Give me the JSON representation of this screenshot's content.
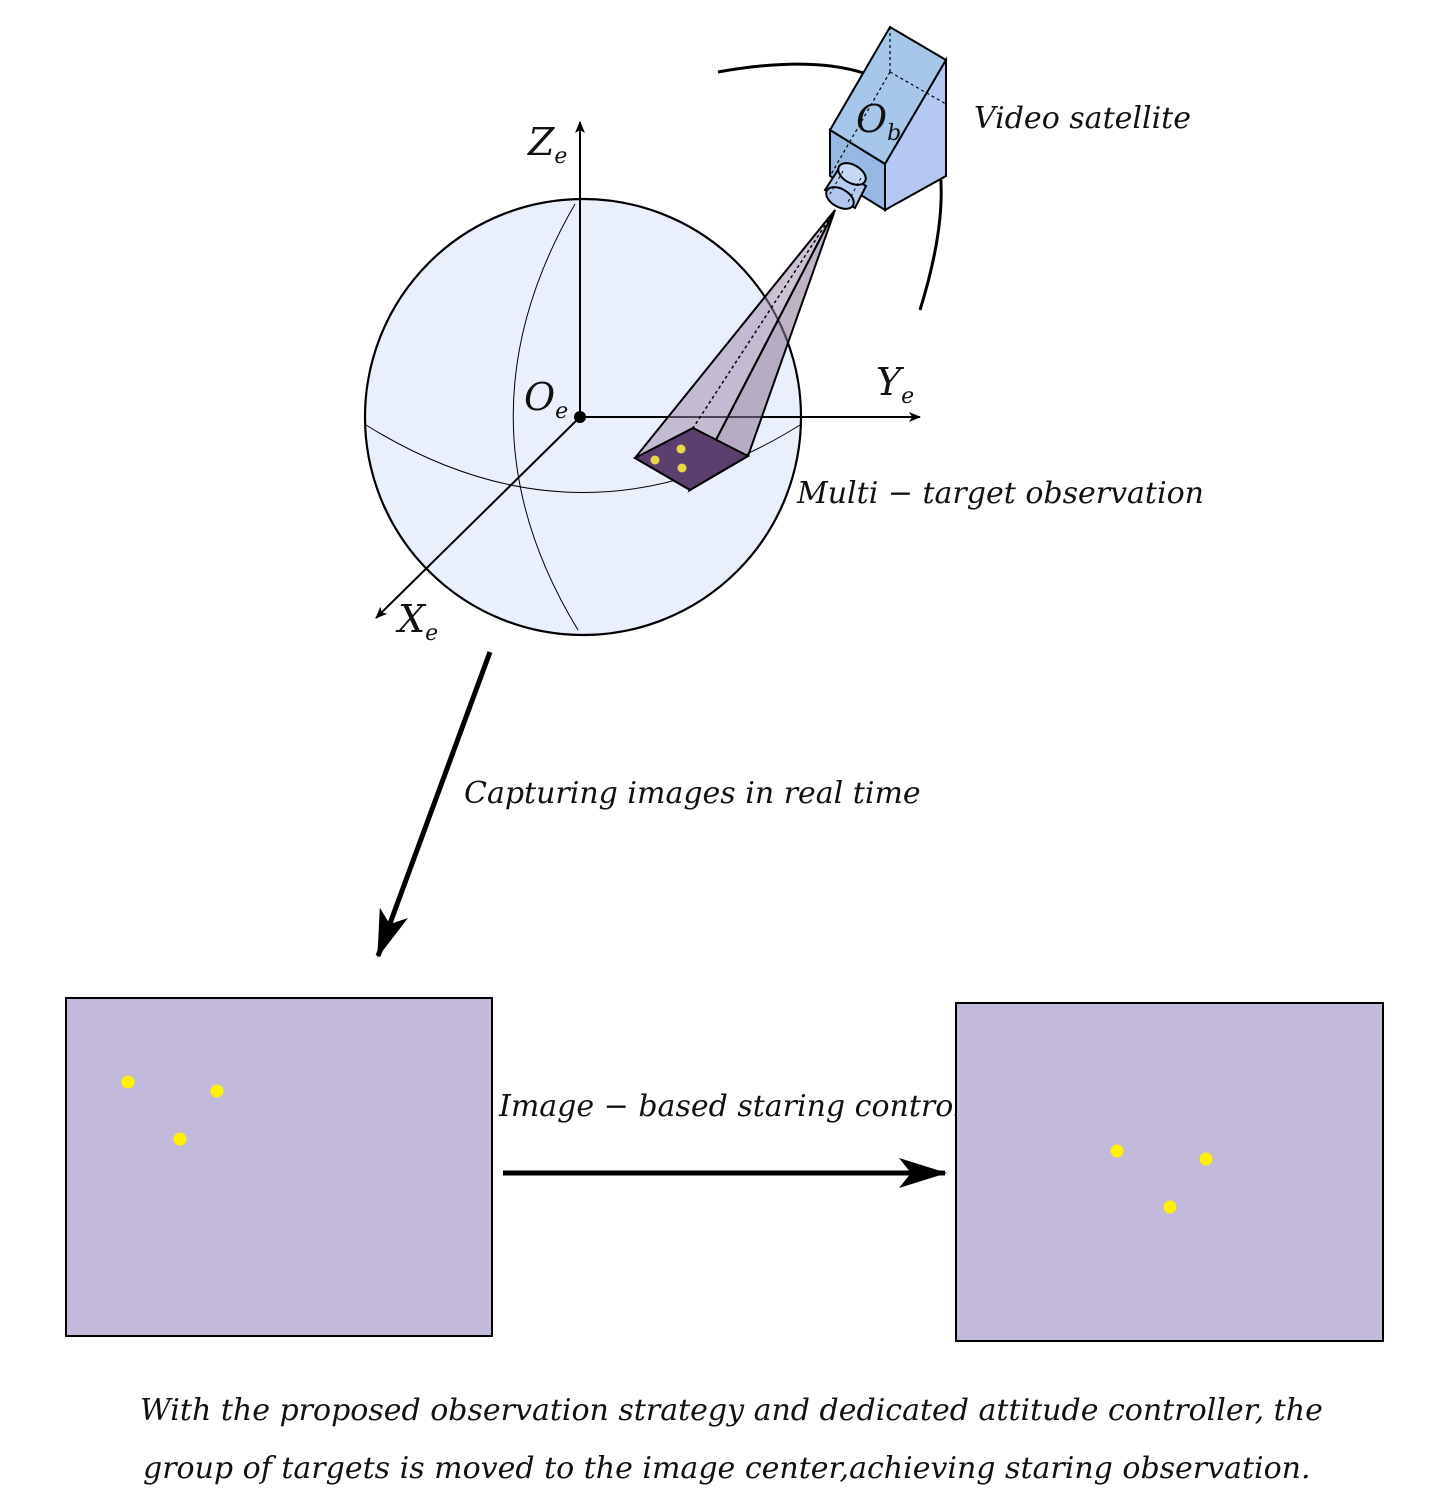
{
  "labels": {
    "axis_z_main": "Z",
    "axis_z_sub": "e",
    "axis_y_main": "Y",
    "axis_y_sub": "e",
    "axis_x_main": "X",
    "axis_x_sub": "e",
    "origin_earth_main": "O",
    "origin_earth_sub": "e",
    "origin_body_main": "O",
    "origin_body_sub": "b",
    "video_satellite": "Video satellite",
    "multi_target": "Multi − target observation",
    "capturing": "Capturing images in real time",
    "image_based": "Image − based staring control"
  },
  "caption": {
    "line1": "With the proposed observation strategy and dedicated attitude controller, the",
    "line2": "group of targets is moved to the image center,achieving staring observation."
  },
  "colors": {
    "earth_fill": "#eaf0fb",
    "satellite_fill": "#a9c8ec",
    "cone_fill": "#8a7598",
    "footprint_fill": "#5b3f6e",
    "image_fill": "#c3b9da",
    "target": "#fff200",
    "line": "#000000"
  },
  "icons": {
    "satellite": "video-camera-satellite",
    "target": "target-dot"
  },
  "image_targets": {
    "count_per_frame": 3
  }
}
